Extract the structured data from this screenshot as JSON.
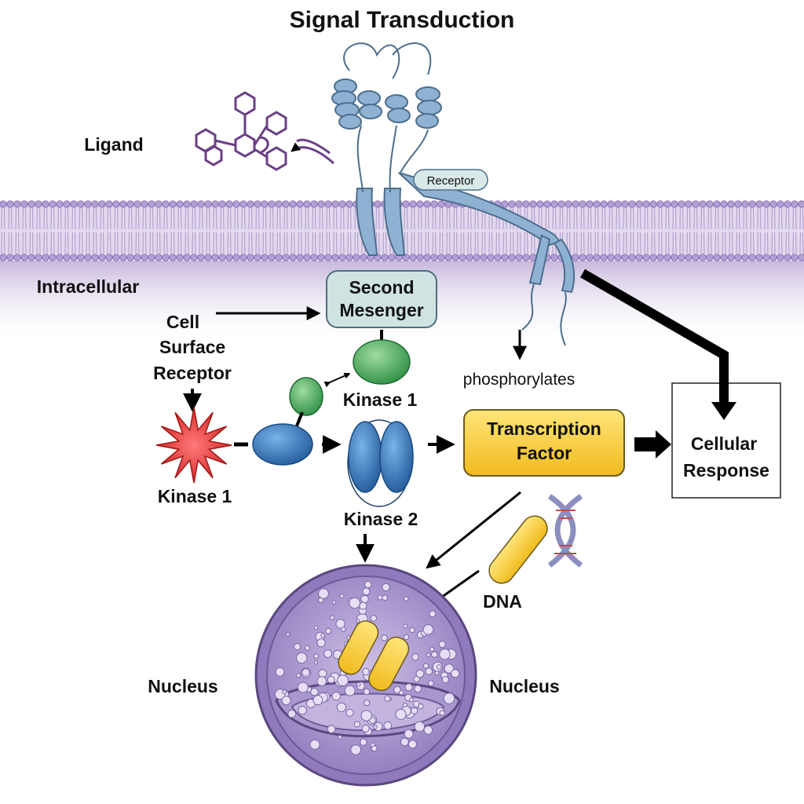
{
  "title": "Signal Transduction",
  "labels": {
    "ligand": "Ligand",
    "receptor": "Receptor",
    "intracellular": "Intracellular",
    "second_messenger_line1": "Second",
    "second_messenger_line2": "Mesenger",
    "cell_surface_line1": "Cell",
    "cell_surface_line2": "Surface",
    "cell_surface_line3": "Receptor",
    "kinase1_upper": "Kinase 1",
    "kinase1_lower": "Kinase 1",
    "kinase2": "Kinase 2",
    "phosphorylates": "phosphorylates",
    "transcription_factor_line1": "Transcription",
    "transcription_factor_line2": "Factor",
    "cellular_response_line1": "Cellular",
    "cellular_response_line2": "Response",
    "dna": "DNA",
    "nucleus_left": "Nucleus",
    "nucleus_right": "Nucleus"
  },
  "colors": {
    "membrane": "#b9a8d3",
    "membrane_head": "#a592c8",
    "receptor": "#7fa3c4",
    "ligand": "#6b3f86",
    "kinase_green": "#3ea55a",
    "kinase_blue": "#2f72b8",
    "starburst": "#e02a2a",
    "transcription_factor": "#f6cf3e",
    "nucleus": "#9a86c2"
  }
}
